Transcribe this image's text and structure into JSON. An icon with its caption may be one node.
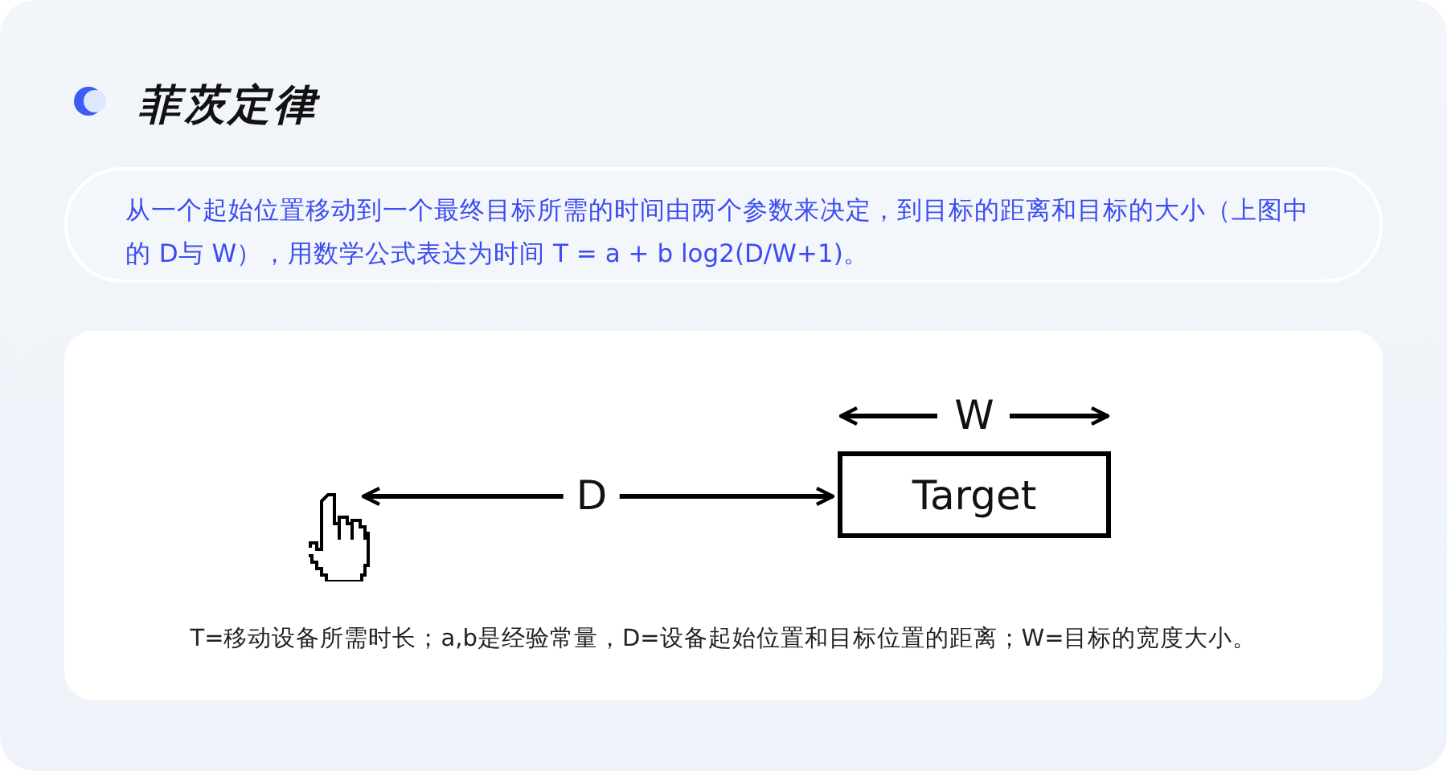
{
  "diagram": {
    "title": "菲茨定律",
    "nodes": [
      {
        "text": [
          "从一个起始位置移动到一个最终目标所需的时间由两个参数来决定，到目标的距离和目标的大小（上图中的 D与 W），用数学公式表达为时间 T = a + b log2(D/W+1)。"
        ]
      },
      {
        "text": [],
        "shape": "picture"
      },
      {
        "text": [
          "Target"
        ]
      }
    ],
    "edges": [
      {
        "from": 1,
        "to": 2,
        "arrow": "both",
        "label": "D"
      }
    ],
    "labels": [
      "W"
    ],
    "caption": "T=移动设备所需时长；a,b是经验常量，D=设备起始位置和目标位置的距离；W=目标的宽度大小。"
  }
}
